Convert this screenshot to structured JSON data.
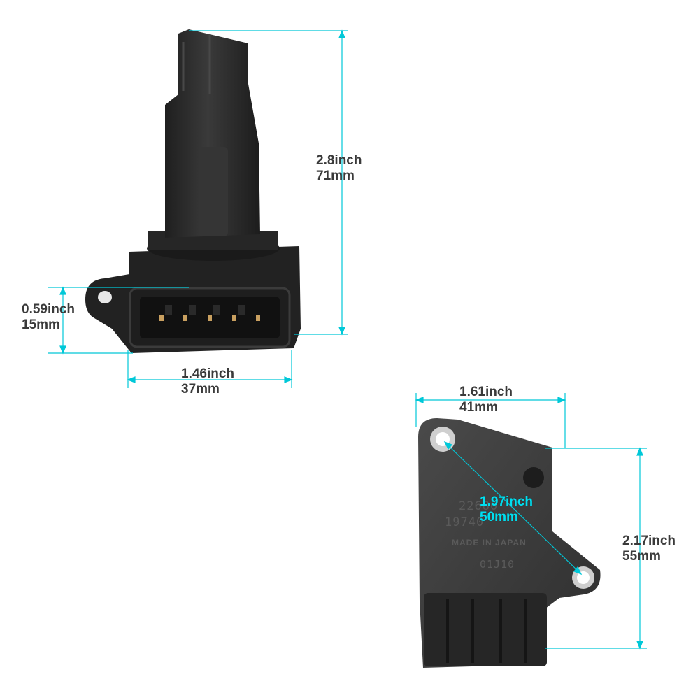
{
  "colors": {
    "dimension_line": "#00c8d8",
    "highlight_text": "#00dff0",
    "label_text": "#3a3a3a",
    "part_body": "#2b2b2b",
    "background": "#ffffff"
  },
  "top_view": {
    "height_dimension": {
      "inch": "2.8inch",
      "mm": "71mm"
    },
    "plug_height_dimension": {
      "inch": "0.59inch",
      "mm": "15mm"
    },
    "plug_width_dimension": {
      "inch": "1.46inch",
      "mm": "37mm"
    }
  },
  "bottom_view": {
    "width_dimension": {
      "inch": "1.61inch",
      "mm": "41mm"
    },
    "height_dimension": {
      "inch": "2.17inch",
      "mm": "55mm"
    },
    "hole_spacing_dimension": {
      "inch": "1.97inch",
      "mm": "50mm"
    },
    "housing_print": {
      "line1": "22680",
      "line2": "19740",
      "line3": "MADE IN JAPAN",
      "line4": "01J10"
    }
  }
}
